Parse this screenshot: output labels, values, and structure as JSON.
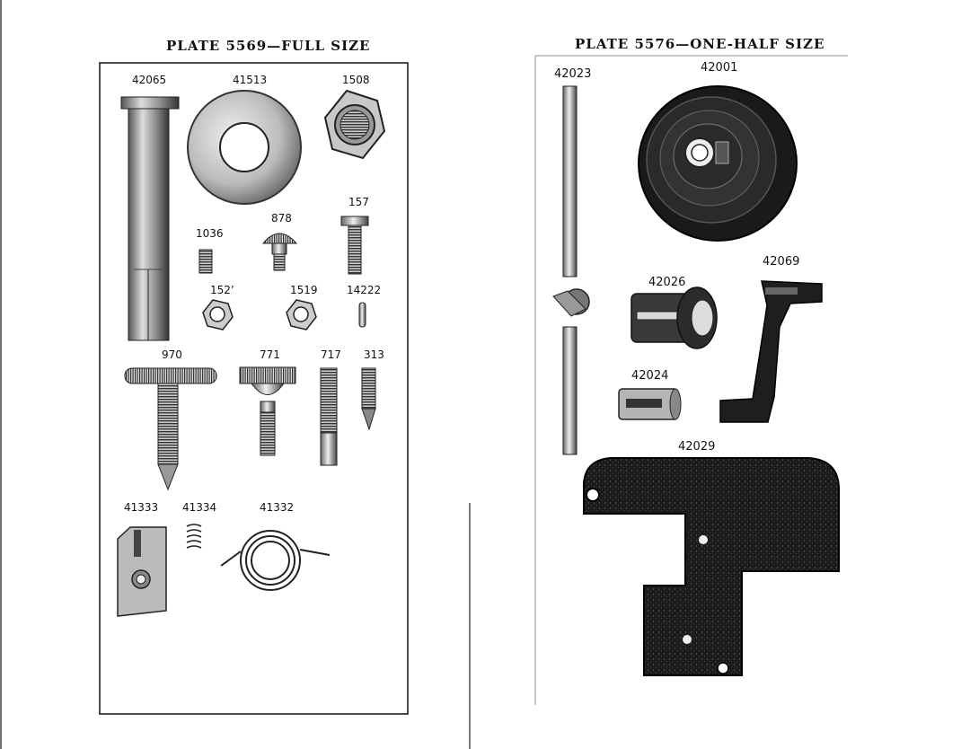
{
  "left_plate": {
    "title": "PLATE 5569—FULL SIZE",
    "parts": {
      "p42065": "42065",
      "p41513": "41513",
      "p1508": "1508",
      "p157": "157",
      "p878": "878",
      "p1036": "1036",
      "p1521": "152’",
      "p1519": "1519",
      "p14222": "14222",
      "p970": "970",
      "p771": "771",
      "p717": "717",
      "p313": "313",
      "p41333": "41333",
      "p41334": "41334",
      "p41332": "41332"
    }
  },
  "right_plate": {
    "title": "PLATE 5576—ONE-HALF SIZE",
    "parts": {
      "p42023": "42023",
      "p42001": "42001",
      "p42069": "42069",
      "p42026": "42026",
      "p42024": "42024",
      "p42029": "42029"
    }
  }
}
